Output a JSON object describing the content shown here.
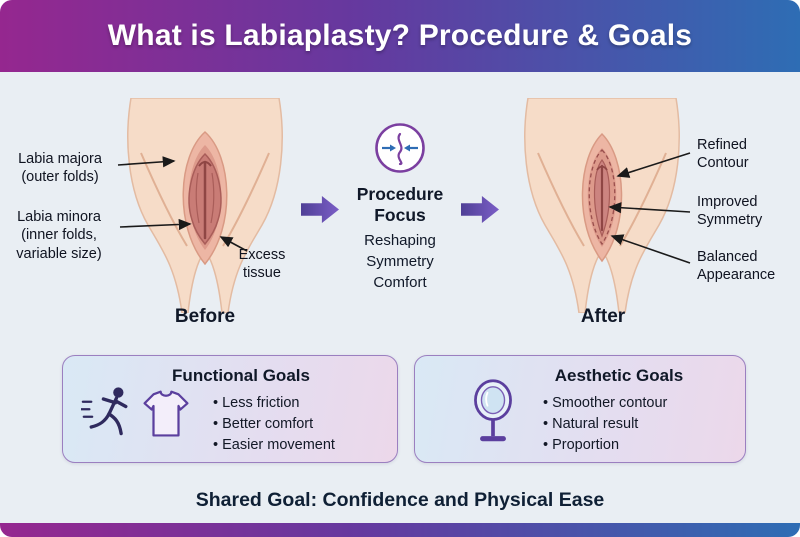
{
  "header": {
    "title": "What is Labiaplasty? Procedure & Goals"
  },
  "anatomy": {
    "before": {
      "caption": "Before",
      "labels": {
        "majora": "Labia majora\n(outer folds)",
        "minora": "Labia minora\n(inner folds,\nvariable size)",
        "excess": "Excess\ntissue"
      }
    },
    "after": {
      "caption": "After",
      "labels": {
        "refined": "Refined\nContour",
        "improved": "Improved\nSymmetry",
        "balanced": "Balanced\nAppearance"
      }
    }
  },
  "procedure": {
    "heading": "Procedure\nFocus",
    "items": "Reshaping\nSymmetry\nComfort"
  },
  "goals": {
    "functional": {
      "title": "Functional Goals",
      "bullets": [
        "Less friction",
        "Better comfort",
        "Easier movement"
      ]
    },
    "aesthetic": {
      "title": "Aesthetic Goals",
      "bullets": [
        "Smoother contour",
        "Natural result",
        "Proportion"
      ]
    }
  },
  "footer": {
    "shared_goal": "Shared Goal: Confidence and Physical Ease"
  },
  "colors": {
    "header_gradient_start": "#95278f",
    "header_gradient_mid": "#65399f",
    "header_gradient_end": "#2e6db4",
    "accent_purple": "#5b3f9e",
    "skin": "#f6dcc8",
    "labia_outer": "#edb6a4",
    "labia_inner": "#c97c76",
    "card_border": "#9b7fc0"
  }
}
